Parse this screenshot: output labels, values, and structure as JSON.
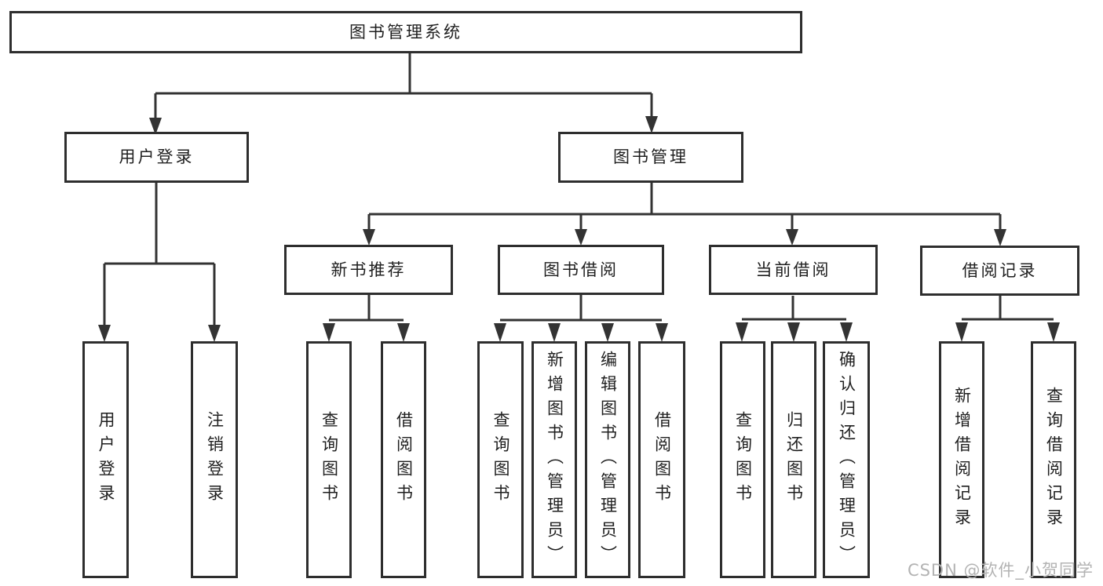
{
  "diagram": {
    "root": {
      "label": "图书管理系统"
    },
    "branches": [
      {
        "label": "用户登录",
        "children": [
          {
            "label": "用户登录"
          },
          {
            "label": "注销登录"
          }
        ]
      },
      {
        "label": "图书管理",
        "children": [
          {
            "label": "新书推荐",
            "children": [
              {
                "label": "查询图书"
              },
              {
                "label": "借阅图书"
              }
            ]
          },
          {
            "label": "图书借阅",
            "children": [
              {
                "label": "查询图书"
              },
              {
                "label": "新增图书（管理员）"
              },
              {
                "label": "编辑图书（管理员）"
              },
              {
                "label": "借阅图书"
              }
            ]
          },
          {
            "label": "当前借阅",
            "children": [
              {
                "label": "查询图书"
              },
              {
                "label": "归还图书"
              },
              {
                "label": "确认归还（管理员）"
              }
            ]
          },
          {
            "label": "借阅记录",
            "children": [
              {
                "label": "新增借阅记录"
              },
              {
                "label": "查询借阅记录"
              }
            ]
          }
        ]
      }
    ]
  },
  "watermark": {
    "text": "CSDN @软件_小贺同学"
  },
  "colors": {
    "background": "#ffffff",
    "line": "#333333",
    "box_border": "#2e2e2e",
    "text": "#1f1f1f",
    "watermark": "#b3b3b3"
  }
}
